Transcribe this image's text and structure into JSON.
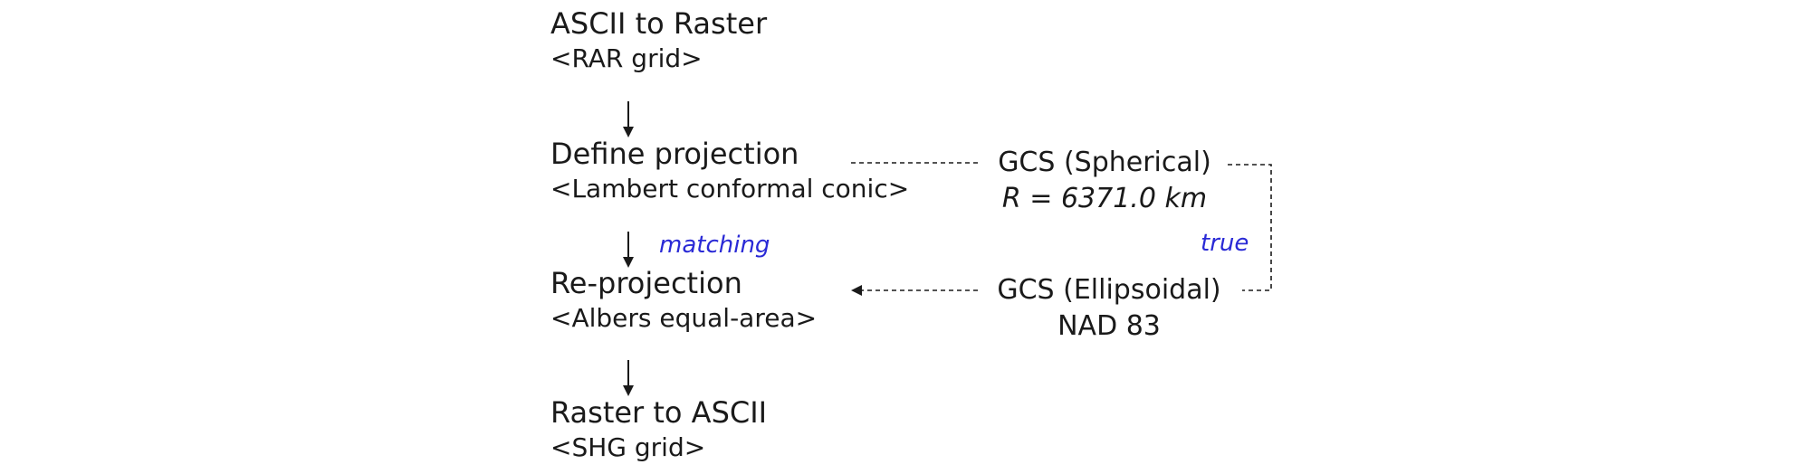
{
  "colors": {
    "text": "#1a1a1a",
    "label": "#2a2ad6",
    "line": "#1a1a1a"
  },
  "nodes": {
    "ascii_to_raster": {
      "title": "ASCII to Raster",
      "sub": "<RAR grid>"
    },
    "define_projection": {
      "title": "Define projection",
      "sub": "<Lambert conformal conic>"
    },
    "reprojection": {
      "title": "Re-projection",
      "sub": "<Albers equal-area>"
    },
    "raster_to_ascii": {
      "title": "Raster to ASCII",
      "sub": "<SHG grid>"
    },
    "gcs_spherical": {
      "title": "GCS (Spherical)",
      "sub": "R = 6371.0 km"
    },
    "gcs_ellipsoidal": {
      "title": "GCS (Ellipsoidal)",
      "sub": "NAD 83"
    }
  },
  "labels": {
    "matching": "matching",
    "true": "true"
  }
}
